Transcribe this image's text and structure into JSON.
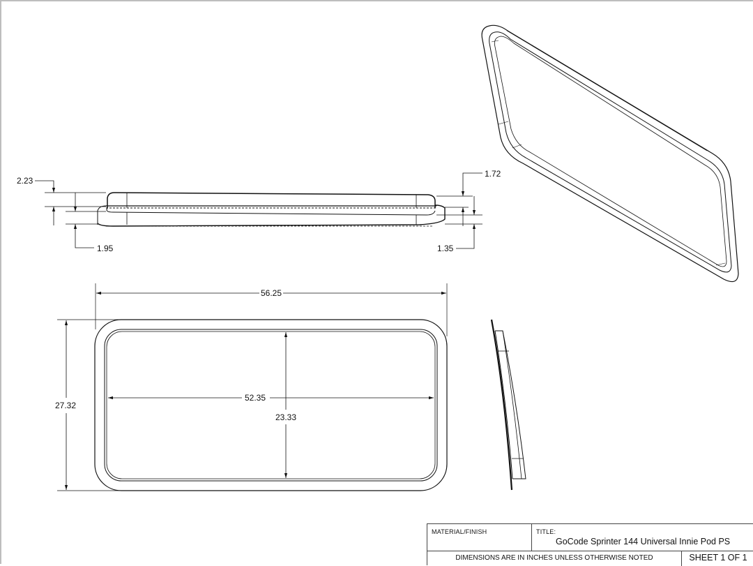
{
  "drawing": {
    "views": {
      "side_view": {
        "dimensions": {
          "top_left": "2.23",
          "bottom_left": "1.95",
          "top_right": "1.72",
          "bottom_right": "1.35"
        }
      },
      "front_view": {
        "dimensions": {
          "overall_width": "56.25",
          "overall_height": "27.32",
          "inner_width": "52.35",
          "inner_height": "23.33"
        }
      },
      "end_view": {},
      "isometric_view": {}
    },
    "colors": {
      "line": "#111111",
      "border": "#bdbdbd",
      "background": "#ffffff"
    }
  },
  "title_block": {
    "material_label": "MATERIAL/FINISH",
    "title_label": "TITLE:",
    "title_value": "GoCode Sprinter 144 Universal Innie Pod PS",
    "units_note": "DIMENSIONS ARE IN INCHES UNLESS OTHERWISE NOTED",
    "sheet": "SHEET 1 OF 1"
  }
}
